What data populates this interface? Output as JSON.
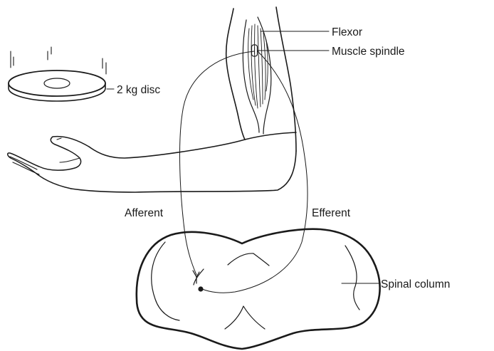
{
  "diagram": {
    "labels": {
      "flexor": "Flexor",
      "muscle_spindle": "Muscle spindle",
      "disc": "2 kg disc",
      "afferent": "Afferent",
      "efferent": "Efferent",
      "spinal_column": "Spinal column"
    }
  }
}
